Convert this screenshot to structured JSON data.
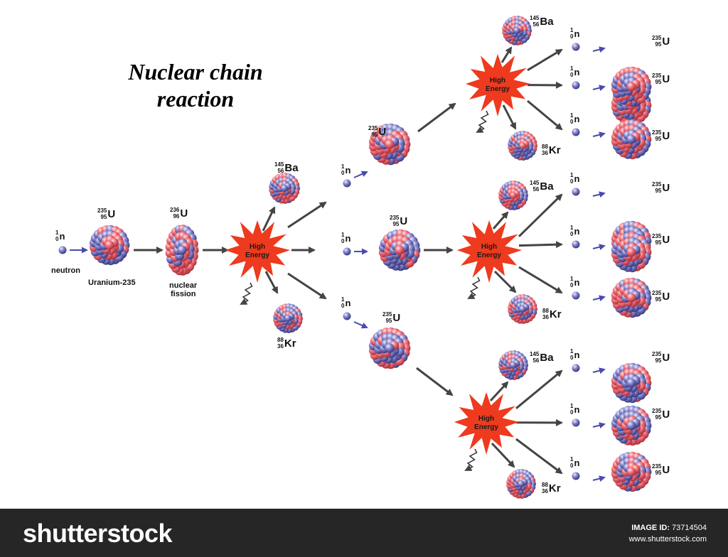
{
  "title_line1": "Nuclear chain",
  "title_line2": "reaction",
  "labels": {
    "neutron": "neutron",
    "uranium": "Uranium-235",
    "fission_line1": "nuclear",
    "fission_line2": "fission",
    "high": "High",
    "energy": "Energy"
  },
  "isotopes": {
    "n": {
      "mass": "1",
      "num": "0",
      "sym": "n"
    },
    "u235": {
      "mass": "235",
      "num": "95",
      "sym": "U"
    },
    "u236": {
      "mass": "236",
      "num": "96",
      "sym": "U"
    },
    "ba": {
      "mass": "145",
      "num": "56",
      "sym": "Ba"
    },
    "kr": {
      "mass": "88",
      "num": "36",
      "sym": "Kr"
    }
  },
  "footer": {
    "brand": "shutterstock",
    "image_id_label": "IMAGE ID:",
    "image_id": "73714504",
    "site": "www.shutterstock.com"
  },
  "colors": {
    "proton": "#f0707a",
    "neutron_particle": "#7f7fc8",
    "burst": "#ee3a1e",
    "arrow": "#444444",
    "footer_bg": "#262626"
  }
}
